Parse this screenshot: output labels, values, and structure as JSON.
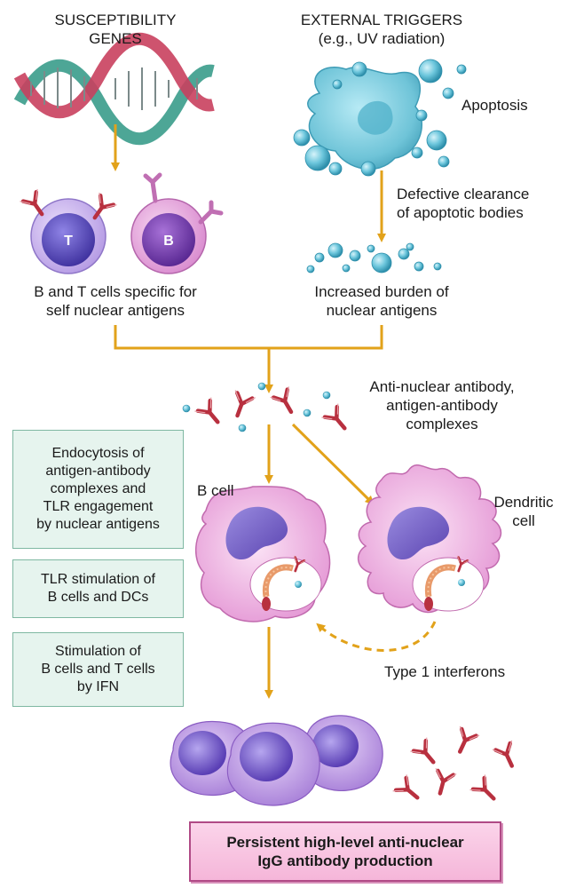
{
  "labels": {
    "susceptibility": [
      "SUSCEPTIBILITY",
      "GENES"
    ],
    "external_triggers": [
      "EXTERNAL TRIGGERS",
      "(e.g., UV radiation)"
    ],
    "apoptosis": "Apoptosis",
    "defective_clearance": [
      "Defective clearance",
      "of apoptotic bodies"
    ],
    "bt_cells": [
      "B and T cells specific for",
      "self nuclear antigens"
    ],
    "increased_burden": [
      "Increased burden of",
      "nuclear antigens"
    ],
    "anti_nuclear": [
      "Anti-nuclear antibody,",
      "antigen-antibody",
      "complexes"
    ],
    "b_cell": "B cell",
    "dendritic_cell": [
      "Dendritic",
      "cell"
    ],
    "type1_ifn": "Type 1 interferons",
    "t_letter": "T",
    "b_letter": "B"
  },
  "boxes": {
    "endocytosis": [
      "Endocytosis of",
      "antigen-antibody",
      "complexes and",
      "TLR engagement",
      "by nuclear antigens"
    ],
    "tlr_stimulation": [
      "TLR stimulation of",
      "B cells and DCs"
    ],
    "ifn_stimulation": [
      "Stimulation of",
      "B cells and T cells",
      "by IFN"
    ]
  },
  "final": [
    "Persistent high-level anti-nuclear",
    "IgG antibody production"
  ],
  "colors": {
    "arrow": "#e2a21a",
    "antibody": "#b8303f",
    "bubble": "#5fb9d2",
    "cell_pink": "#eeb0e0",
    "nucleus": "#6a4fb8",
    "box_fill": "#e6f4ee",
    "final_fill": "#f5b6d9"
  }
}
